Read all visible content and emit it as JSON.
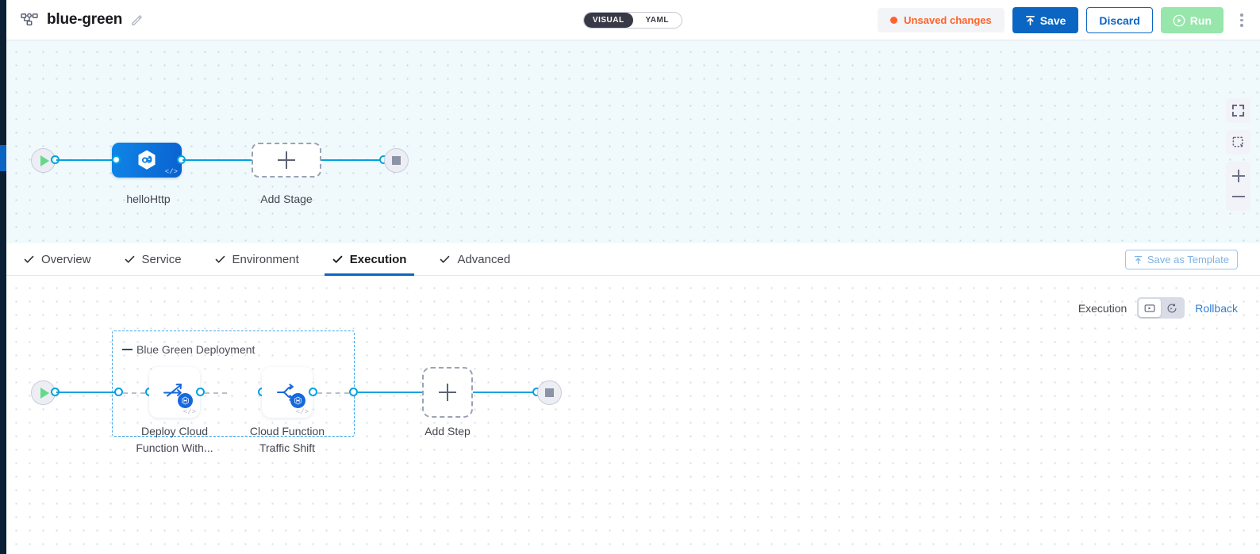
{
  "header": {
    "pipeline_icon": "pipeline-icon",
    "title": "blue-green",
    "edit_icon": "pencil-icon",
    "mode_toggle": {
      "visual": "VISUAL",
      "yaml": "YAML",
      "selected": "VISUAL"
    },
    "unsaved_label": "Unsaved changes",
    "save_label": "Save",
    "discard_label": "Discard",
    "run_label": "Run",
    "menu_icon": "kebab-menu-icon",
    "accent_blue": "#0a66c2",
    "orange": "#ff632b",
    "run_green": "#97e6ab"
  },
  "stage_canvas": {
    "start_icon": "play-icon",
    "end_icon": "stop-icon",
    "stage_node": {
      "label": "helloHttp",
      "icon": "cloud-function-icon",
      "code_mark": "</>"
    },
    "add_stage": {
      "label": "Add Stage",
      "icon": "plus-icon"
    },
    "controls": {
      "fit_screen": "fit-screen-icon",
      "select_area": "select-area-icon",
      "zoom_in": "zoom-in-icon",
      "zoom_out": "zoom-out-icon"
    }
  },
  "tabs": [
    {
      "label": "Overview",
      "active": false,
      "check": "check-icon"
    },
    {
      "label": "Service",
      "active": false,
      "check": "check-icon"
    },
    {
      "label": "Environment",
      "active": false,
      "check": "check-icon"
    },
    {
      "label": "Execution",
      "active": true,
      "check": "check-icon"
    },
    {
      "label": "Advanced",
      "active": false,
      "check": "check-icon"
    }
  ],
  "save_template": {
    "label": "Save as Template",
    "icon": "upload-icon"
  },
  "execution": {
    "label": "Execution",
    "toggle_left_icon": "execution-view-icon",
    "toggle_right_icon": "rollback-view-icon",
    "selected": "execution-view-icon",
    "rollback_label": "Rollback"
  },
  "step_canvas": {
    "start_icon": "play-icon",
    "end_icon": "stop-icon",
    "group": {
      "title": "Blue Green Deployment",
      "steps": [
        {
          "label_line1": "Deploy Cloud",
          "label_line2": "Function With...",
          "icon": "deploy-icon",
          "badge": "harness-badge-icon",
          "code_mark": "</>"
        },
        {
          "label_line1": "Cloud Function",
          "label_line2": "Traffic Shift",
          "icon": "traffic-shift-icon",
          "badge": "harness-badge-icon",
          "code_mark": "</>"
        }
      ]
    },
    "add_step": {
      "label": "Add Step",
      "icon": "plus-icon"
    }
  }
}
